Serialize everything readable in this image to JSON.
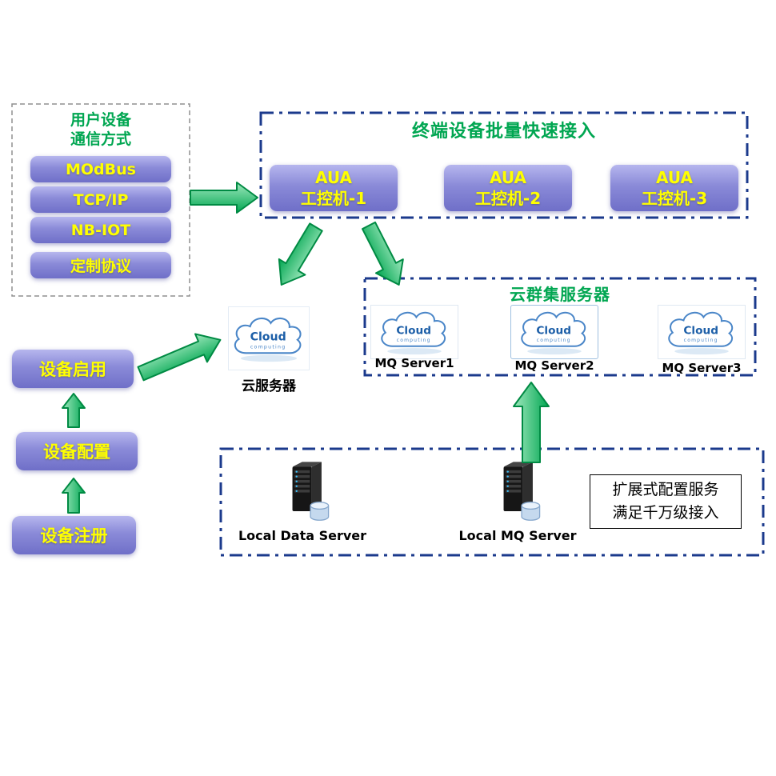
{
  "left_panel": {
    "title_line1": "用户设备",
    "title_line2": "通信方式",
    "items": [
      {
        "label": "MOdBus"
      },
      {
        "label": "TCP/IP"
      },
      {
        "label": "NB-IOT"
      },
      {
        "label": "定制协议"
      }
    ]
  },
  "top_panel": {
    "title": "终端设备批量快速接入",
    "nodes": [
      {
        "line1": "AUA",
        "line2": "工控机-1"
      },
      {
        "line1": "AUA",
        "line2": "工控机-2"
      },
      {
        "line1": "AUA",
        "line2": "工控机-3"
      }
    ]
  },
  "cloud_server": {
    "label": "云服务器"
  },
  "cluster_panel": {
    "title": "云群集服务器",
    "clouds": [
      {
        "label": "MQ Server1"
      },
      {
        "label": "MQ Server2"
      },
      {
        "label": "MQ Server3"
      }
    ]
  },
  "workflow": {
    "steps": [
      {
        "label": "设备启用"
      },
      {
        "label": "设备配置"
      },
      {
        "label": "设备注册"
      }
    ]
  },
  "bottom_panel": {
    "servers": [
      {
        "label": "Local Data Server"
      },
      {
        "label": "Local MQ Server"
      }
    ],
    "note": {
      "line1": "扩展式配置服务",
      "line2": "满足千万级接入"
    }
  },
  "cloud_icon": {
    "line1": "Cloud",
    "line2": "computing"
  },
  "colors": {
    "accent_green": "#00a651",
    "node_purple": "#8a8ad8",
    "node_text_yellow": "#ffff00",
    "panel_border_blue": "#1b3a8c",
    "cloud_blue": "#4a86c8"
  }
}
